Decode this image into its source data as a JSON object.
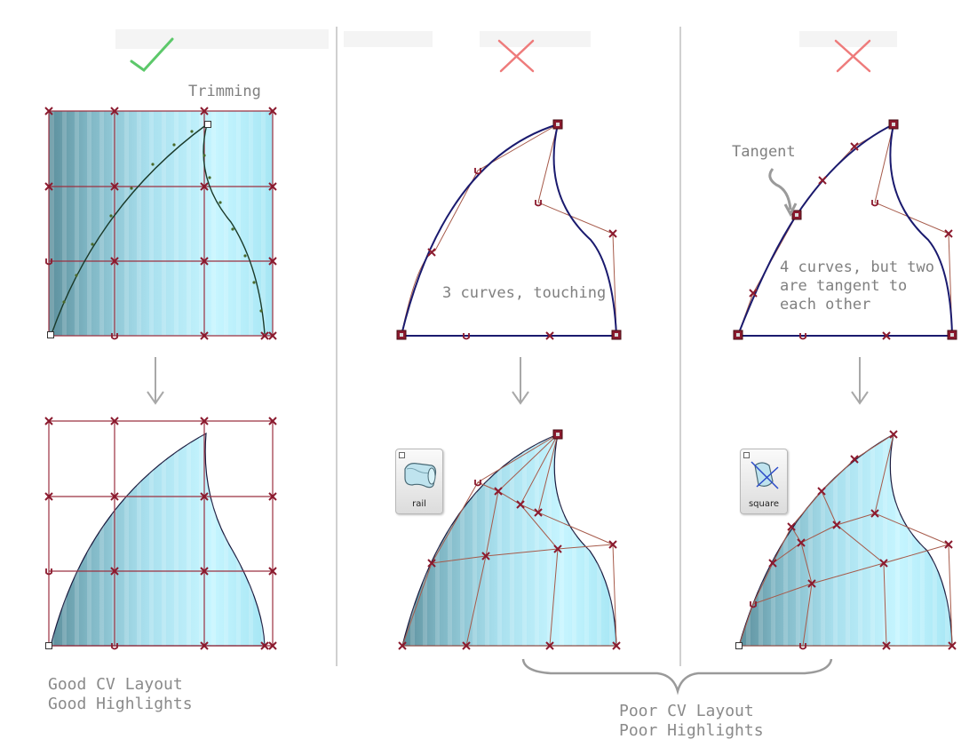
{
  "labels": {
    "trimming": "Trimming",
    "tangent": "Tangent",
    "three_curves": "3 curves, touching",
    "four_curves_1": "4 curves, but two",
    "four_curves_2": "are tangent to",
    "four_curves_3": "each other",
    "good_1": "Good CV Layout",
    "good_2": "Good Highlights",
    "poor_1": "Poor CV Layout",
    "poor_2": "Poor Highlights"
  },
  "tools": {
    "rail": "rail",
    "square": "square"
  },
  "icons": {
    "good": "check-icon",
    "bad": "cross-icon",
    "arrow": "down-arrow-icon"
  },
  "colors": {
    "check": "#5cc86a",
    "cross": "#ee7b7b",
    "cv": "#8b1a2e",
    "hull": "#a65a4a",
    "curve": "#1a1a6e",
    "surface_light": "#cff6ff",
    "surface_dark": "#5f98a6",
    "note": "#808080"
  }
}
